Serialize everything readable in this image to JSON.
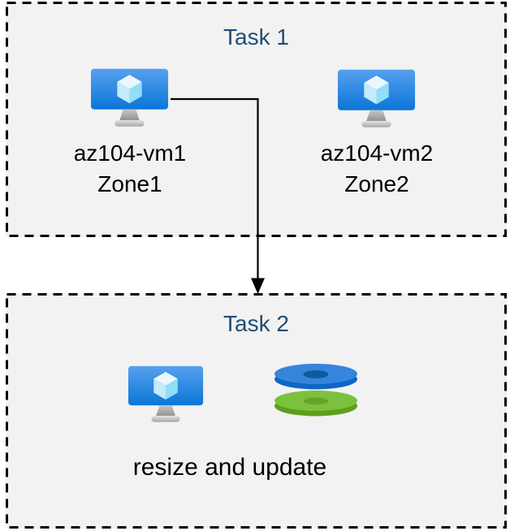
{
  "task1": {
    "title": "Task 1",
    "vms": [
      {
        "name": "az104-vm1",
        "zone": "Zone1"
      },
      {
        "name": "az104-vm2",
        "zone": "Zone2"
      }
    ]
  },
  "task2": {
    "title": "Task 2",
    "caption": "resize and update"
  },
  "colors": {
    "title_text": "#1f4e79",
    "label_text": "#000000",
    "box_fill": "#f2f2f2",
    "box_border": "#000000",
    "arrow": "#000000",
    "vm_screen_top": "#57a0ee",
    "vm_screen_bottom": "#0a76d7",
    "vm_cube_top": "#eaf8fe",
    "vm_cube_left": "#c3ebfb",
    "vm_cube_right": "#90def8",
    "disk_blue_top": "#3585dc",
    "disk_blue_side": "#0e67c4",
    "disk_blue_hole": "#0d5a9e",
    "disk_green_top": "#7bc13d",
    "disk_green_side": "#5da01d",
    "disk_green_hole": "#64a52b"
  },
  "icons": {
    "vm": "virtual-machine-icon",
    "disks": "managed-disks-icon",
    "arrow": "arrow-down-icon"
  }
}
